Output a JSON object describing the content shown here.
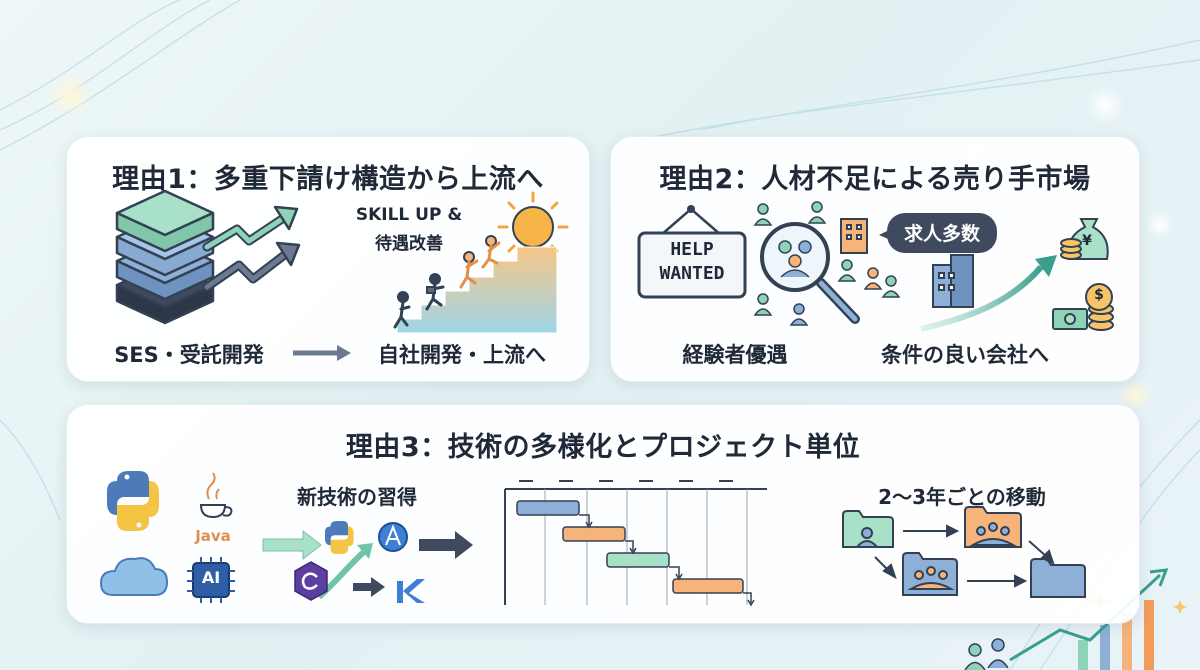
{
  "reason1": {
    "title": "理由1：多重下請け構造から上流へ",
    "skill_up_label": "SKILL UP &",
    "treatment_label": "待遇改善",
    "from_label": "SES・受託開発",
    "to_label": "自社開発・上流へ"
  },
  "reason2": {
    "title": "理由2：人材不足による売り手市場",
    "help_line1": "HELP",
    "help_line2": "WANTED",
    "many_jobs_label": "求人多数",
    "yen_symbol": "¥",
    "dollar_symbol": "$",
    "experienced_label": "経験者優遇",
    "better_company_label": "条件の良い会社へ"
  },
  "reason3": {
    "title": "理由3：技術の多様化とプロジェクト単位",
    "java_label": "Java",
    "ai_label": "AI",
    "new_tech_label": "新技術の習得",
    "move_label": "2〜3年ごとの移動"
  },
  "colors": {
    "green": "#8fd3b6",
    "blue": "#8fb0d6",
    "orange": "#f6b37a",
    "navy": "#334155",
    "outline": "#334155"
  }
}
